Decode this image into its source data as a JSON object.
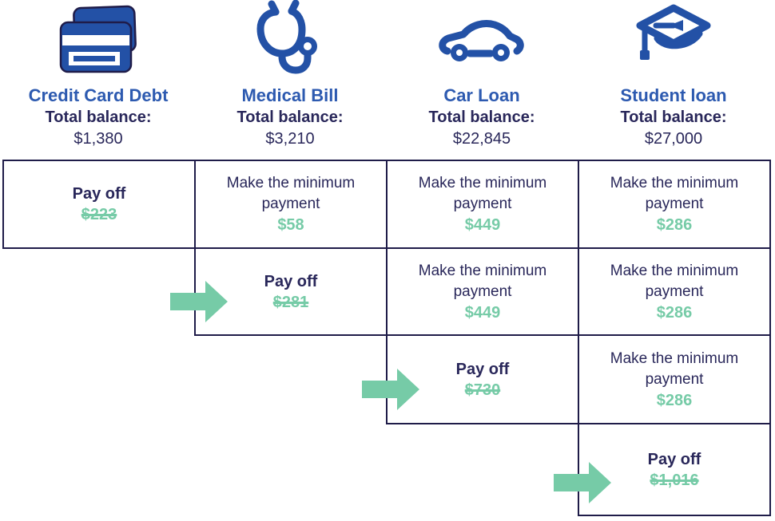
{
  "diagram_title": "Debt payoff order (snowball) diagram",
  "colors": {
    "navy": "#29275a",
    "border": "#1f1c49",
    "blue": "#2d5ab0",
    "icon_blue": "#2351a6",
    "green": "#76cba7"
  },
  "columns": [
    {
      "icon": "credit-card-icon",
      "title": "Credit Card Debt",
      "balance_label": "Total balance:",
      "balance": "$1,380"
    },
    {
      "icon": "stethoscope-icon",
      "title": "Medical Bill",
      "balance_label": "Total balance:",
      "balance": "$3,210"
    },
    {
      "icon": "car-icon",
      "title": "Car Loan",
      "balance_label": "Total balance:",
      "balance": "$22,845"
    },
    {
      "icon": "graduation-cap-icon",
      "title": "Student loan",
      "balance_label": "Total balance:",
      "balance": "$27,000"
    }
  ],
  "table": {
    "rows": [
      {
        "cells": [
          {
            "type": "payoff",
            "label": "Pay off",
            "amount": "$223",
            "struck": true
          },
          {
            "type": "minimum",
            "label": "Make the minimum payment",
            "amount": "$58"
          },
          {
            "type": "minimum",
            "label": "Make the minimum payment",
            "amount": "$449"
          },
          {
            "type": "minimum",
            "label": "Make the minimum payment",
            "amount": "$286"
          }
        ]
      },
      {
        "cells": [
          {
            "type": "payoff",
            "label": "Pay off",
            "amount": "$281",
            "struck": true
          },
          {
            "type": "minimum",
            "label": "Make the minimum payment",
            "amount": "$449"
          },
          {
            "type": "minimum",
            "label": "Make the minimum payment",
            "amount": "$286"
          }
        ]
      },
      {
        "cells": [
          {
            "type": "payoff",
            "label": "Pay off",
            "amount": "$730",
            "struck": true
          },
          {
            "type": "minimum",
            "label": "Make the minimum payment",
            "amount": "$286"
          }
        ]
      },
      {
        "cells": [
          {
            "type": "payoff",
            "label": "Pay off",
            "amount": "$1,016",
            "struck": true
          }
        ]
      }
    ]
  }
}
